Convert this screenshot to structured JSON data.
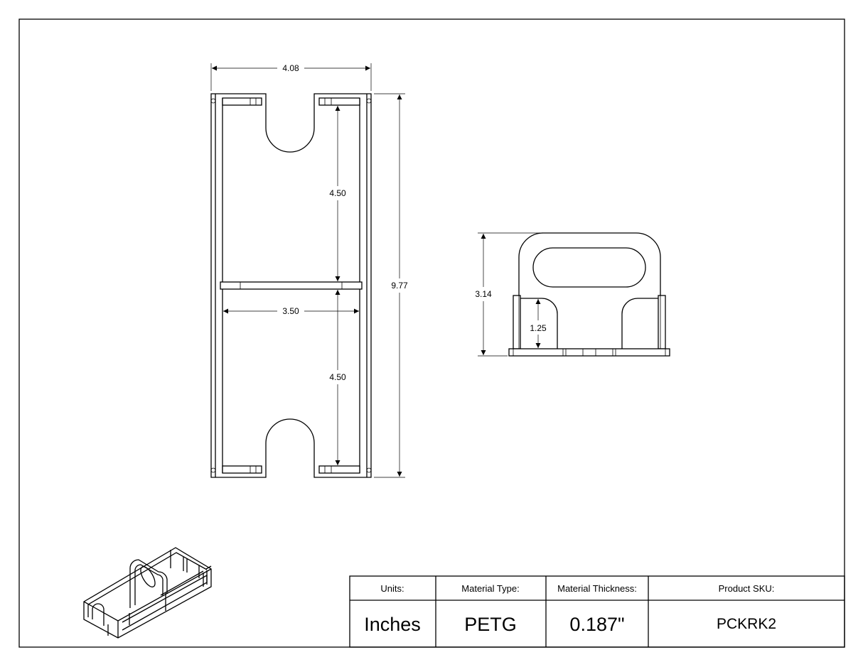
{
  "dimensions": {
    "overall_width": "4.08",
    "overall_length": "9.77",
    "upper_bay": "4.50",
    "lower_bay": "4.50",
    "inner_width": "3.50",
    "side_height": "3.14",
    "slot_depth": "1.25"
  },
  "title_block": {
    "units_label": "Units:",
    "units_value": "Inches",
    "material_label": "Material Type:",
    "material_value": "PETG",
    "thickness_label": "Material Thickness:",
    "thickness_value": "0.187\"",
    "sku_label": "Product SKU:",
    "sku_value": "PCKRK2"
  }
}
